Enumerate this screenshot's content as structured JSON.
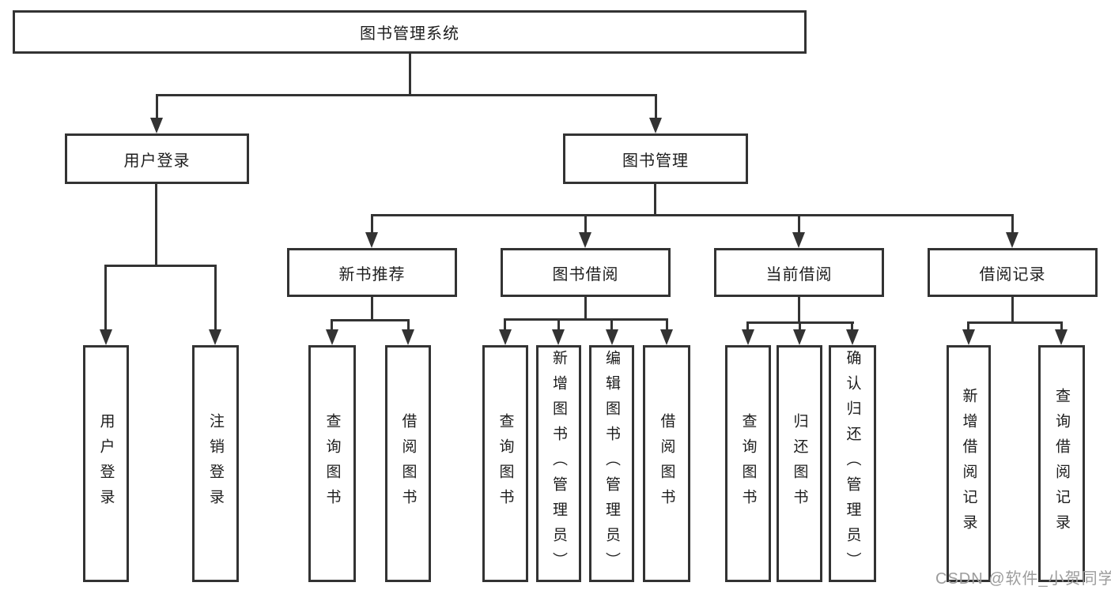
{
  "title": "图书管理系统",
  "colors": {
    "line": "#333333",
    "text": "#1d1d1d",
    "background": "#ffffff",
    "watermark": "#9c9c9c"
  },
  "nodes": {
    "root": "图书管理系统",
    "user_login": "用户登录",
    "book_mgmt": "图书管理",
    "new_book_rec": "新书推荐",
    "book_borrow": "图书借阅",
    "current_borrow": "当前借阅",
    "borrow_record": "借阅记录",
    "leaf_user_login": "用户登录",
    "leaf_logout": "注销登录",
    "rec_query_book": "查询图书",
    "rec_borrow_book": "借阅图书",
    "bb_query_book": "查询图书",
    "bb_add_book": "新增图书（管理员）",
    "bb_edit_book": "编辑图书（管理员）",
    "bb_borrow_book": "借阅图书",
    "cb_query_book": "查询图书",
    "cb_return_book": "归还图书",
    "cb_confirm_return": "确认归还（管理员）",
    "br_add_record": "新增借阅记录",
    "br_query_record": "查询借阅记录"
  },
  "watermark": "CSDN @软件_小贺同学"
}
